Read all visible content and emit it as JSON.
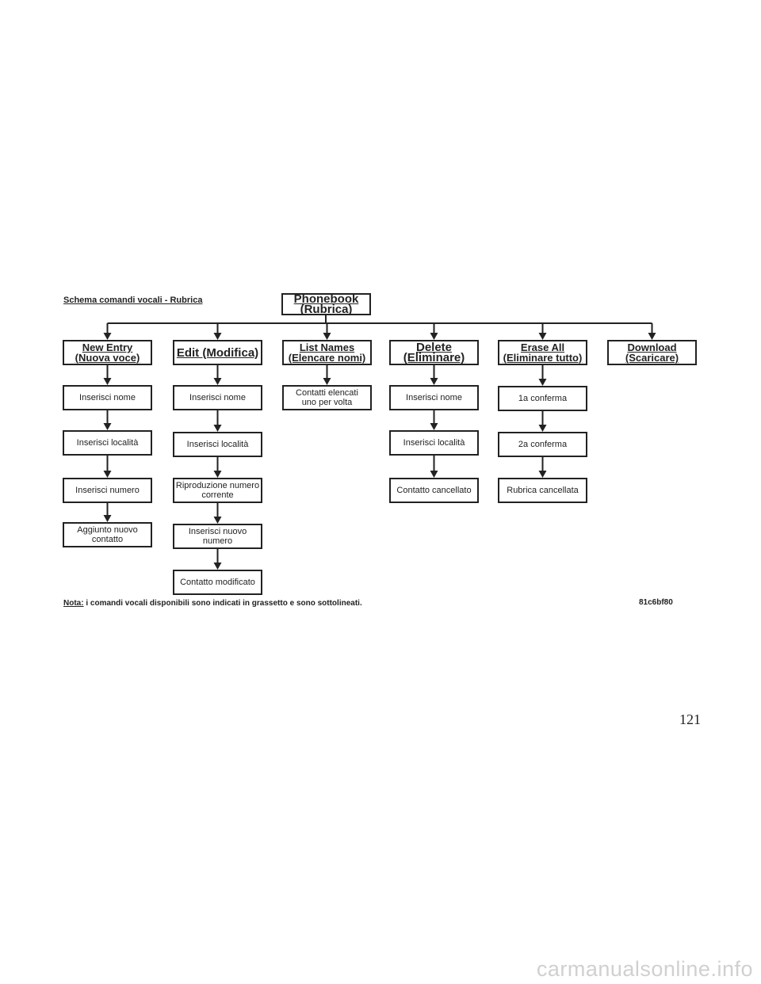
{
  "diagram": {
    "title": "Schema comandi vocali - Rubrica",
    "root": "Phonebook (Rubrica)",
    "columns": [
      {
        "command": [
          "New Entry",
          "(Nuova voce)"
        ],
        "steps": [
          "Inserisci nome",
          "Inserisci località",
          "Inserisci numero",
          "Aggiunto nuovo contatto"
        ]
      },
      {
        "command": [
          "Edit (Modifica)"
        ],
        "steps": [
          "Inserisci nome",
          "Inserisci località",
          "Riproduzione numero\ncorrente",
          "Inserisci nuovo numero",
          "Contatto modificato"
        ]
      },
      {
        "command": [
          "List Names",
          "(Elencare nomi)"
        ],
        "steps": [
          "Contatti elencati\nuno per volta"
        ]
      },
      {
        "command": [
          "Delete (Eliminare)"
        ],
        "steps": [
          "Inserisci nome",
          "Inserisci località",
          "Contatto cancellato"
        ]
      },
      {
        "command": [
          "Erase All",
          "(Eliminare tutto)"
        ],
        "steps": [
          "1a conferma",
          "2a conferma",
          "Rubrica cancellata"
        ]
      },
      {
        "command": [
          "Download",
          "(Scaricare)"
        ],
        "steps": []
      }
    ],
    "note_label": "Nota:",
    "note_text": " i comandi vocali disponibili sono indicati in grassetto e sono sottolineati.",
    "code": "81c6bf80"
  },
  "page_number": "121",
  "watermark": "carmanualsonline.info"
}
